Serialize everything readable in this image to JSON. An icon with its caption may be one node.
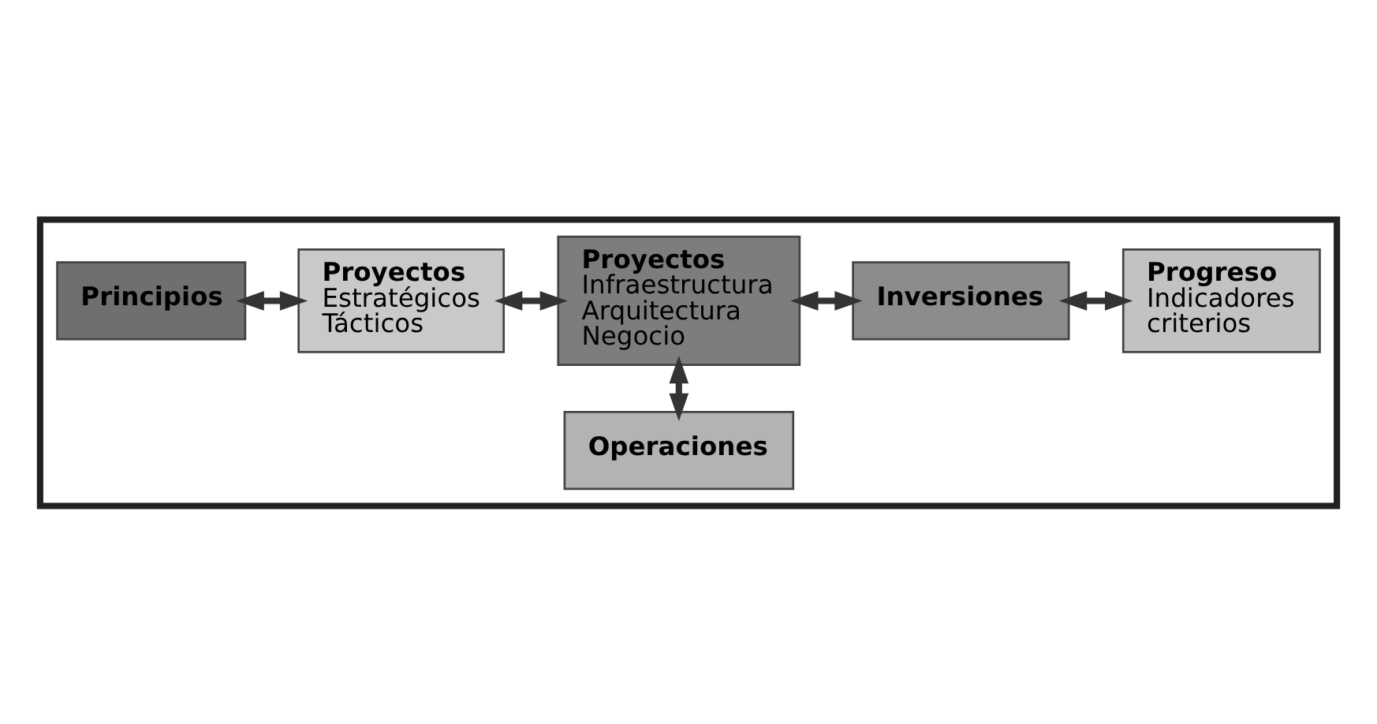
{
  "diagram": {
    "nodes": [
      {
        "text": [],
        "shape": "arrow"
      },
      {
        "text": [
          "Principios"
        ],
        "in": 0
      },
      {
        "text": [
          "Proyectos",
          "Estratégicos",
          "Tácticos"
        ],
        "in": 0
      },
      {
        "text": [
          "Proyectos",
          "Infraestructura",
          "Arquitectura",
          "Negocio"
        ],
        "in": 0
      },
      {
        "text": [
          "Inversiones"
        ],
        "in": 0
      },
      {
        "text": [
          "Progreso",
          "Indicadores",
          "criterios"
        ],
        "in": 0
      },
      {
        "text": [
          "Operaciones"
        ],
        "in": 0
      }
    ],
    "edges": [
      {
        "from": 1,
        "to": 2,
        "arrow": "both"
      },
      {
        "from": 2,
        "to": 3,
        "arrow": "both"
      },
      {
        "from": 3,
        "to": 4,
        "arrow": "both"
      },
      {
        "from": 4,
        "to": 5,
        "arrow": "both"
      },
      {
        "from": 3,
        "to": 6,
        "arrow": "both"
      }
    ]
  }
}
